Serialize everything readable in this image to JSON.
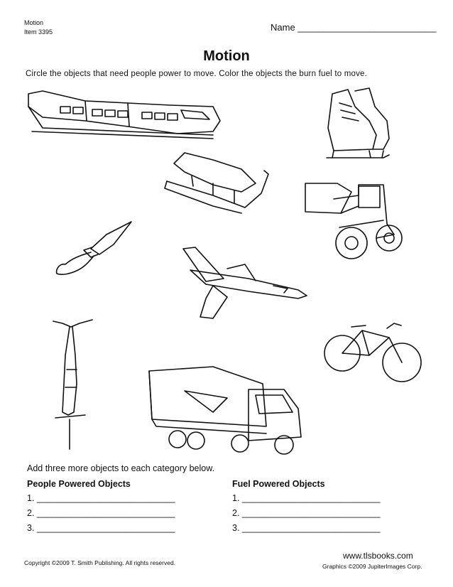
{
  "header": {
    "subject": "Motion",
    "item": "Item 3395",
    "name_label": "Name ___________________________"
  },
  "title": "Motion",
  "instructions": "Circle the objects that need people power to move. Color the objects the burn fuel to move.",
  "images": [
    "train-illustration",
    "ice-skates-illustration",
    "sled-illustration",
    "front-loader-illustration",
    "rocket-illustration",
    "jet-plane-illustration",
    "pogo-stick-illustration",
    "truck-illustration",
    "bicycle-illustration"
  ],
  "activity": {
    "prompt": "Add three more objects to each category below.",
    "people_heading": "People Powered Objects",
    "fuel_heading": "Fuel Powered Objects",
    "people_lines": [
      "1. ____________________________",
      "2. ____________________________",
      "3. ____________________________"
    ],
    "fuel_lines": [
      "1. ____________________________",
      "2. ____________________________",
      "3. ____________________________"
    ]
  },
  "footer": {
    "copyright": "Copyright ©2009 T. Smith Publishing.  All rights reserved.",
    "website": "www.tlsbooks.com",
    "graphics_credit": "Graphics ©2009 JupiterImages Corp."
  }
}
